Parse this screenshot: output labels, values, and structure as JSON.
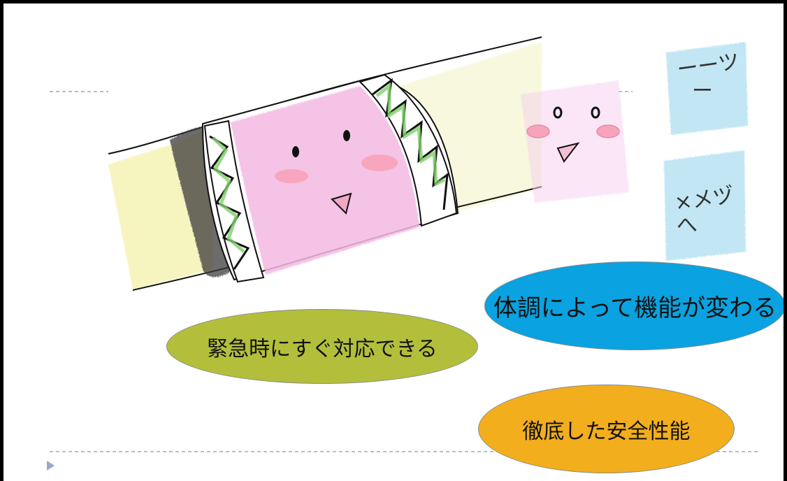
{
  "bubbles": {
    "emergency": {
      "label": "緊急時にすぐ対応できる",
      "color": "#b3bf3a"
    },
    "health": {
      "label": "体調によって機能が変わる",
      "color": "#0aa2e0"
    },
    "safety": {
      "label": "徹底した安全性能",
      "color": "#f2ae1c"
    }
  },
  "faces": {
    "annoyed_text": "ーーツ\nー",
    "upset_text": "×メヅ\nへ"
  },
  "colors": {
    "guide_line": "#9aa8c8",
    "band_pink": "#f3b9e2",
    "zigzag_green": "#7fcf6a",
    "cheek_pink": "#f7a3b9",
    "wash_yellow": "#f6f3b0",
    "wash_blue": "#a9dcef"
  }
}
